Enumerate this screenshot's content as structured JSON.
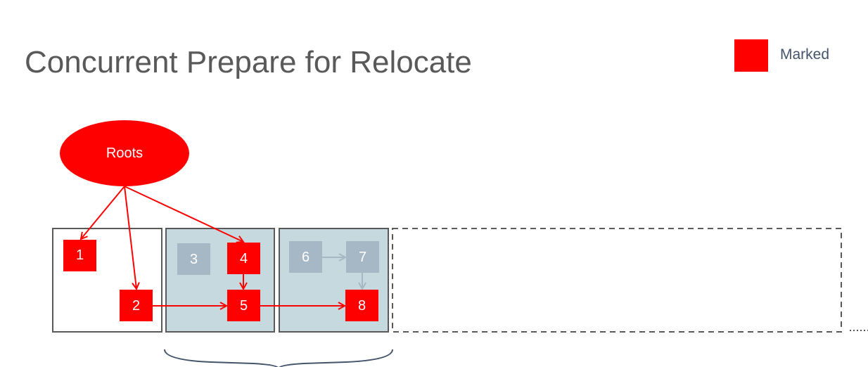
{
  "title": "Concurrent Prepare for Relocate",
  "legend": {
    "label": "Marked",
    "color": "#ff0000"
  },
  "roots": {
    "label": "Roots"
  },
  "nodes": [
    {
      "id": "1",
      "marked": true
    },
    {
      "id": "2",
      "marked": true
    },
    {
      "id": "3",
      "marked": false
    },
    {
      "id": "4",
      "marked": true
    },
    {
      "id": "5",
      "marked": true
    },
    {
      "id": "6",
      "marked": false
    },
    {
      "id": "7",
      "marked": false
    },
    {
      "id": "8",
      "marked": true
    }
  ],
  "edges": [
    [
      "Roots",
      "1"
    ],
    [
      "Roots",
      "2"
    ],
    [
      "Roots",
      "4"
    ],
    [
      "2",
      "5"
    ],
    [
      "4",
      "5"
    ],
    [
      "5",
      "8"
    ],
    [
      "6",
      "7"
    ],
    [
      "7",
      "8"
    ]
  ],
  "colors": {
    "marked": "#ff0000",
    "unmarked": "#a6b7c6",
    "relocation_page": "#c6d9de",
    "page_border": "#595959"
  }
}
